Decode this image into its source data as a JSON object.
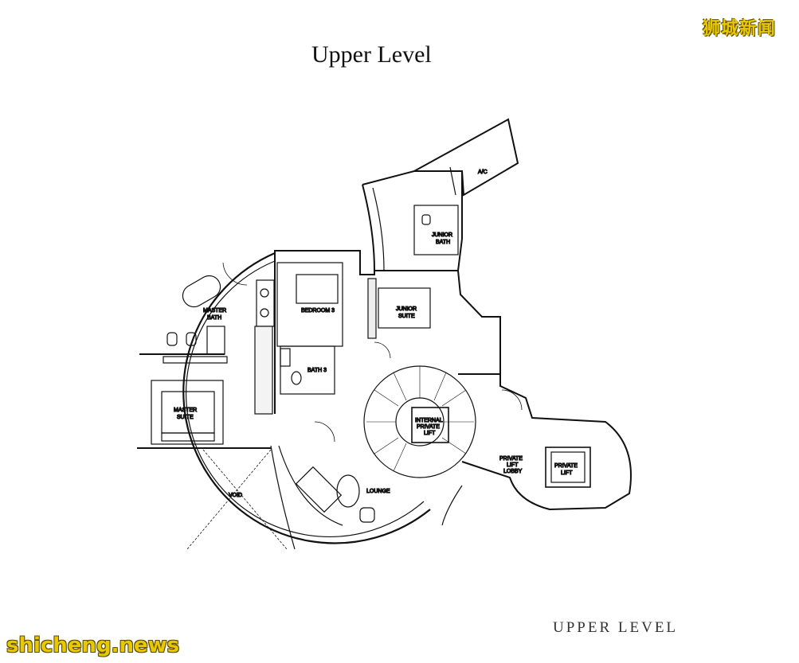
{
  "title": "Upper Level",
  "caption": "UPPER LEVEL",
  "watermarks": {
    "top_right": "狮城新闻",
    "bottom_left": "shicheng.news",
    "color": "#e8c800"
  },
  "rooms": {
    "master_bath": [
      "MASTER",
      "BATH"
    ],
    "bedroom_3": "BEDROOM 3",
    "bath_3": "BATH 3",
    "junior_suite": [
      "JUNIOR",
      "SUITE"
    ],
    "junior_bath": [
      "JUNIOR",
      "BATH"
    ],
    "ac": "A/C",
    "master_suite": [
      "MASTER",
      "SUITE"
    ],
    "internal_private_lift": [
      "INTERNAL",
      "PRIVATE",
      "LIFT"
    ],
    "private_lift_lobby": [
      "PRIVATE",
      "LIFT",
      "LOBBY"
    ],
    "private_lift": [
      "PRIVATE",
      "LIFT"
    ],
    "lounge": "LOUNGE",
    "void": "VOID"
  }
}
